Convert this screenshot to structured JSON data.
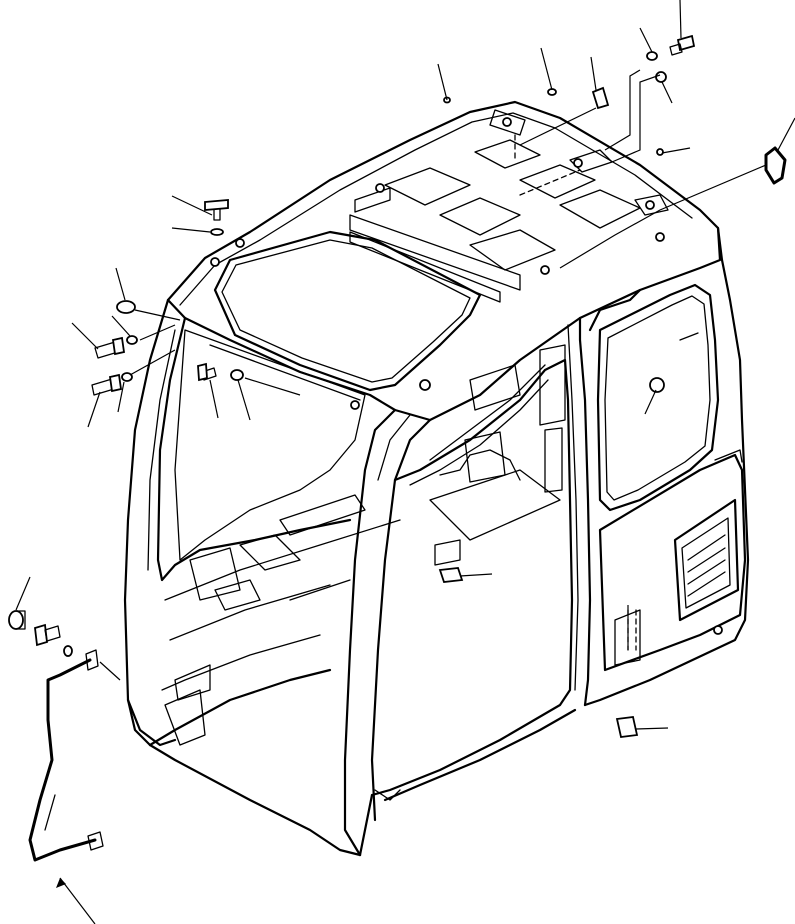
{
  "diagram": {
    "background": "#ffffff",
    "stroke_color": "#000000",
    "parts": [
      {
        "id": "cab-frame",
        "icon": "operator-cab-icon"
      },
      {
        "id": "roof-hatch",
        "icon": "roof-window-icon"
      },
      {
        "id": "side-window",
        "icon": "side-window-icon"
      },
      {
        "id": "door-opening",
        "icon": "door-frame-icon"
      },
      {
        "id": "side-panel",
        "icon": "side-panel-icon"
      },
      {
        "id": "handrail",
        "icon": "handrail-icon"
      },
      {
        "id": "bolts",
        "icon": "bolt-icon"
      },
      {
        "id": "washers",
        "icon": "washer-icon"
      },
      {
        "id": "seals",
        "icon": "seal-icon"
      },
      {
        "id": "pads",
        "icon": "pad-icon"
      }
    ]
  }
}
